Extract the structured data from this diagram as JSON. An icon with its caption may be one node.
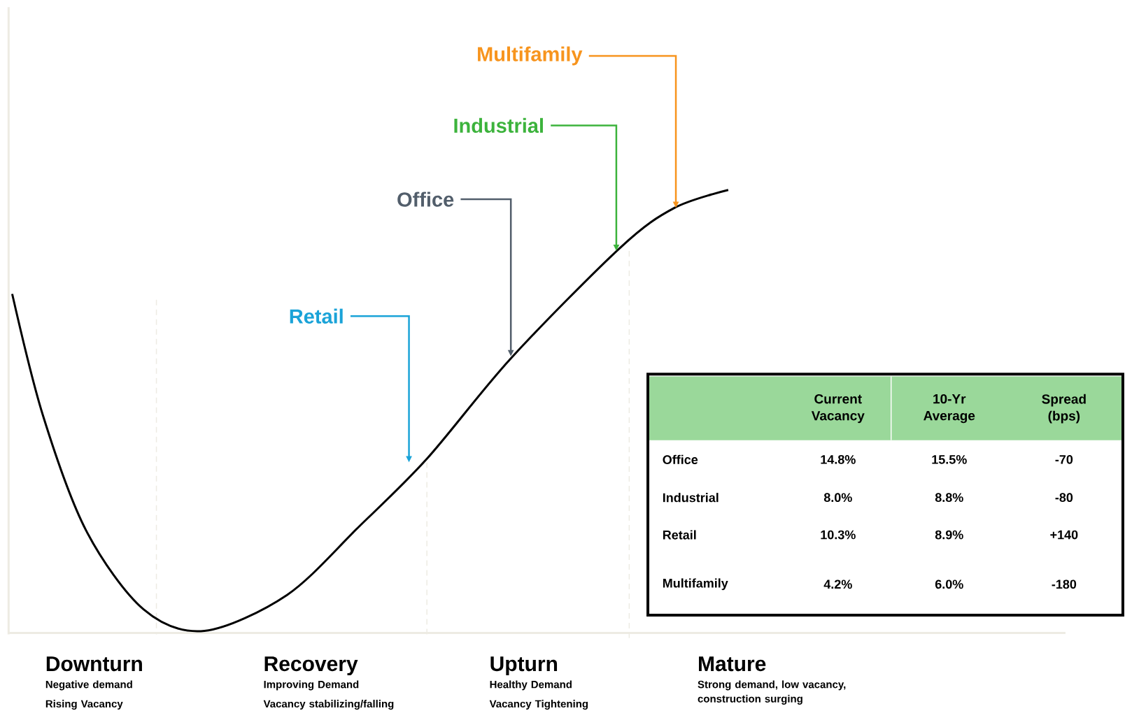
{
  "diagram": {
    "nodes": [
      {
        "text": [
          "Multifamily"
        ]
      },
      {
        "text": [
          "Industrial"
        ]
      },
      {
        "text": [
          "Office"
        ]
      },
      {
        "text": [
          "Retail"
        ]
      }
    ],
    "edges": [
      {
        "from": 0,
        "to": null,
        "arrow": "to",
        "color": "#f7941d"
      },
      {
        "from": 1,
        "to": null,
        "arrow": "to",
        "color": "#3cb33c"
      },
      {
        "from": 2,
        "to": null,
        "arrow": "to",
        "color": "#525e6b"
      },
      {
        "from": 3,
        "to": null,
        "arrow": "to",
        "color": "#1aa3d8"
      }
    ],
    "labels": [
      "Current Vacancy",
      "10-Yr Average",
      "Spread (bps)",
      "Office",
      "14.8%",
      "15.5%",
      "-70",
      "Industrial",
      "8.0%",
      "8.8%",
      "-80",
      "Retail",
      "10.3%",
      "8.9%",
      "+140",
      "Multifamily",
      "4.2%",
      "6.0%",
      "-180",
      "Downturn",
      "Negative demand",
      "Rising Vacancy",
      "Recovery",
      "Improving Demand",
      "Vacancy stabilizing/falling",
      "Upturn",
      "Healthy Demand",
      "Vacancy Tightening",
      "Mature",
      "Strong demand, low vacancy, construction surging"
    ]
  }
}
